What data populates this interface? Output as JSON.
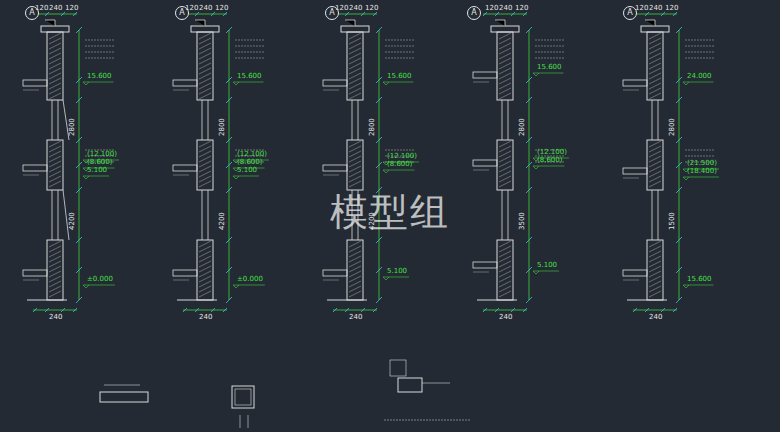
{
  "diagram": {
    "nodes": [
      {
        "text": [
          "A"
        ]
      },
      {
        "text": [
          "A"
        ]
      },
      {
        "text": [
          "A"
        ]
      },
      {
        "text": [
          "A"
        ]
      },
      {
        "text": [
          "A"
        ]
      }
    ],
    "labels": [
      "120",
      "240",
      "120",
      "120",
      "240",
      "120",
      "120",
      "240",
      "120",
      "120",
      "240",
      "120",
      "120",
      "240",
      "120",
      "240",
      "240",
      "240",
      "240",
      "240",
      "15.600",
      "(12.100)",
      "(8.600)",
      "5.100",
      "±0.000",
      "15.600",
      "(12.100)",
      "(8.600)",
      "5.100",
      "±0.000",
      "15.600",
      "(12.100)",
      "(8.600)",
      "5.100",
      "15.600",
      "(12.100)",
      "(8.600)",
      "5.100",
      "24.000",
      "(21.500)",
      "(18.400)",
      "15.600",
      "2800",
      "4200",
      "2800",
      "4200",
      "2800",
      "4200",
      "2800",
      "3500",
      "2800",
      "1500",
      "模型组"
    ]
  }
}
